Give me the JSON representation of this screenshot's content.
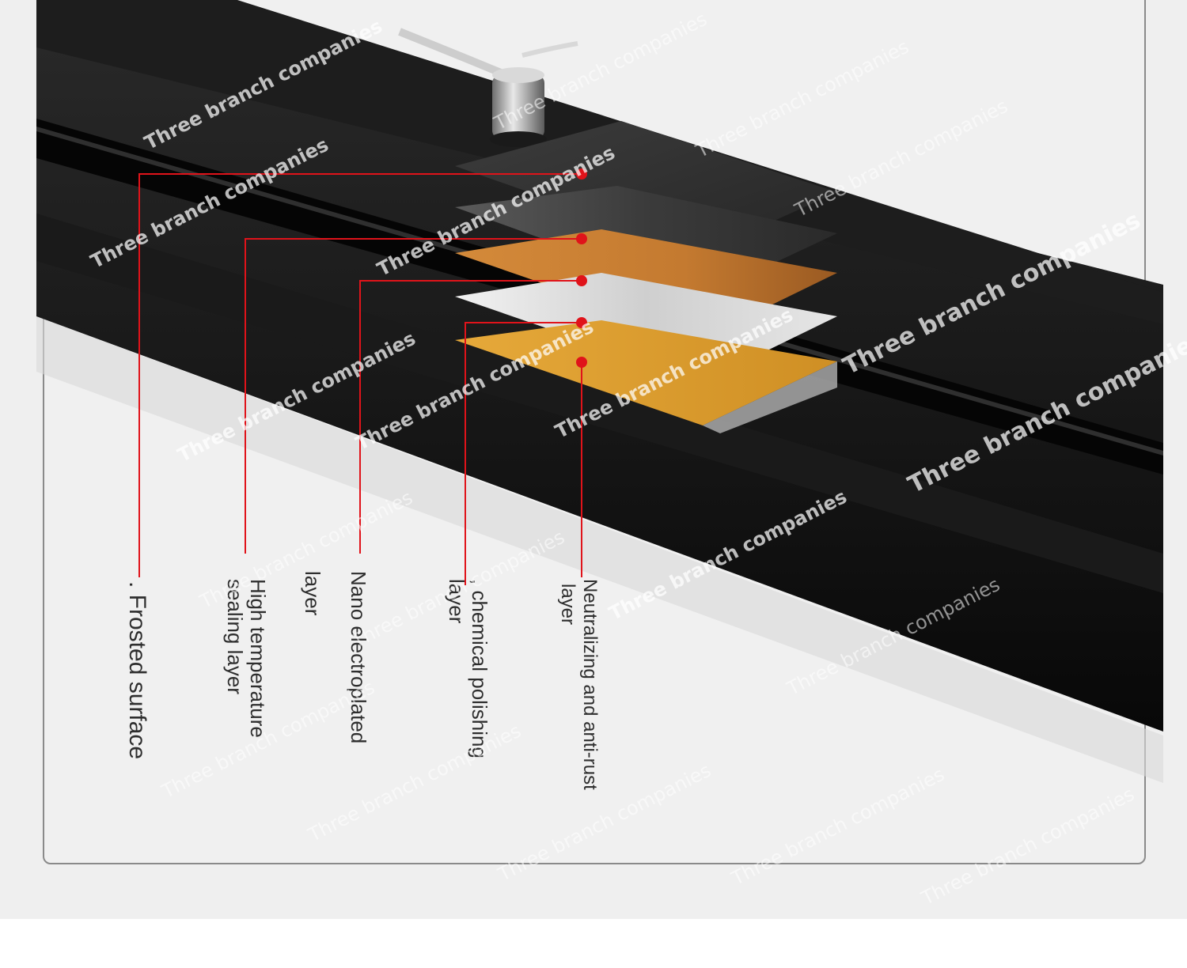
{
  "diagram": {
    "layers": [
      {
        "label": "Frosted surface",
        "color": "#3a3a3a"
      },
      {
        "label": "High temperature sealing layer",
        "color": "#2b2b2b"
      },
      {
        "label": "Nano electroplated layer",
        "color": "#c07a2c"
      },
      {
        "label": "chemical polishing layer",
        "color": "#d9d9d9"
      },
      {
        "label": "Neutralizing and anti-rust layer",
        "color": "#e0a030"
      }
    ],
    "labels": {
      "frosted": ". Frosted surface",
      "sealing_1": "High temperature",
      "sealing_2": "sealing layer",
      "nano_1": "Nano electroplated",
      "nano_2": "layer",
      "polish_1": ", chemical polishing",
      "polish_2": "layer",
      "rust_1": "Neutralizing and anti-rust",
      "rust_2": "layer"
    },
    "leader_color": "#e0131a",
    "watermark": "Three branch companies"
  }
}
